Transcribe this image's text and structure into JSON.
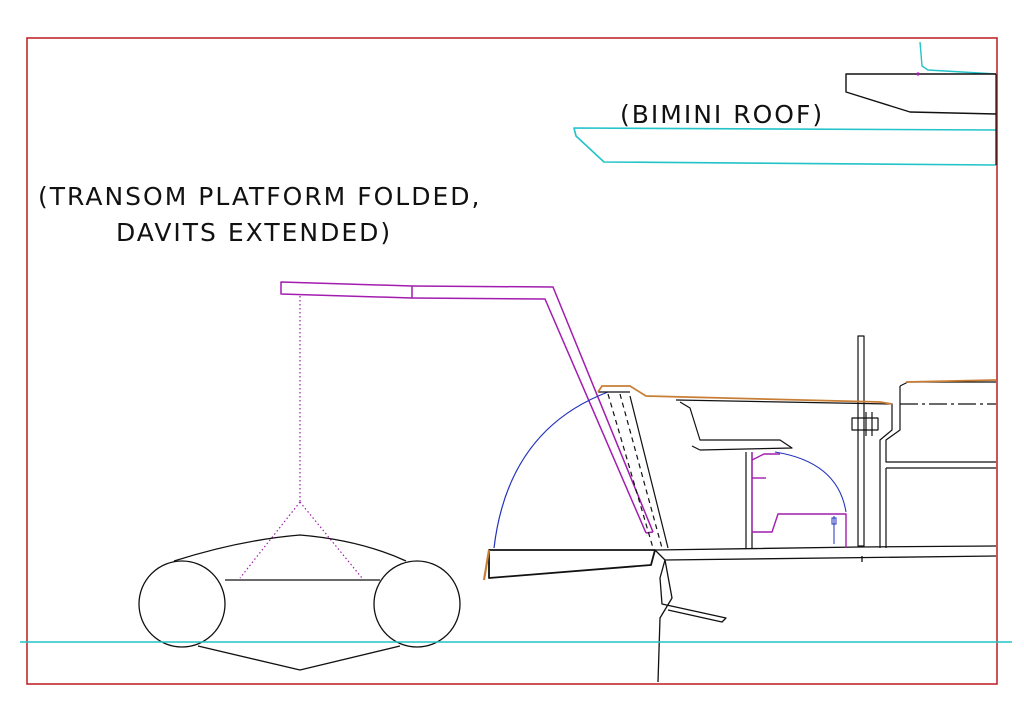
{
  "labels": {
    "bimini": "(BIMINI ROOF)",
    "transom_line1": "(TRANSOM PLATFORM FOLDED,",
    "transom_line2": "DAVITS EXTENDED)"
  },
  "colors": {
    "frame": "#c0282d",
    "waterline": "#22c3c9",
    "bimini": "#22c3c9",
    "davit": "#a21caf",
    "arc": "#2233bb",
    "trim": "#c87f35",
    "hull": "#111111"
  }
}
